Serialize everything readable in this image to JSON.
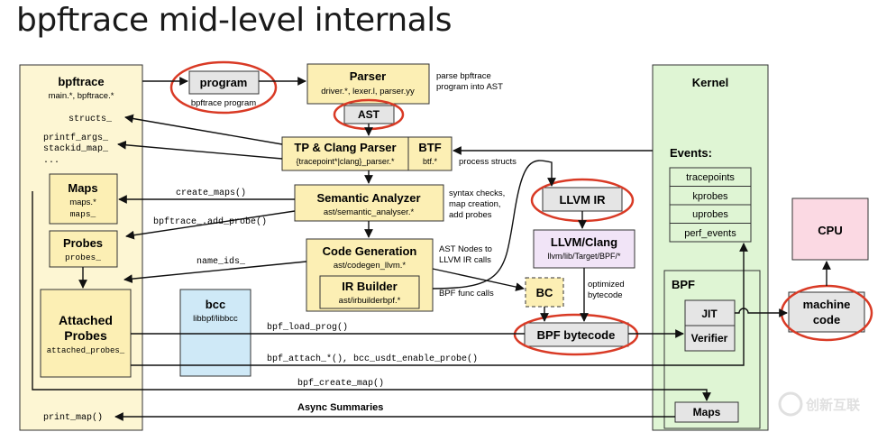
{
  "title": "bpftrace mid-level internals",
  "left_panel": {
    "name": "bpftrace",
    "files": "main.*, bpftrace.*",
    "items": [
      "structs_",
      "printf_args_",
      "stackid_map_",
      "..."
    ],
    "maps_title": "Maps",
    "maps_files": "maps.*",
    "maps_var": "maps_",
    "probes_title": "Probes",
    "probes_var": "probes_",
    "attached_title_1": "Attached",
    "attached_title_2": "Probes",
    "attached_var": "attached_probes_",
    "print_map": "print_map()"
  },
  "program": {
    "label": "program",
    "caption": "bpftrace program"
  },
  "parser": {
    "title": "Parser",
    "files": "driver.*, lexer.l, parser.yy",
    "note_1": "parse bpftrace",
    "note_2": "program into AST"
  },
  "ast": "AST",
  "tp_clang": {
    "title": "TP & Clang Parser",
    "files": "{tracepoint*|clang}_parser.*",
    "btf_title": "BTF",
    "btf_files": "btf.*",
    "note": "process structs"
  },
  "semantic": {
    "title": "Semantic Analyzer",
    "files": "ast/semantic_analyser.*",
    "note_1": "syntax checks,",
    "note_2": "map creation,",
    "note_3": "add probes"
  },
  "codegen": {
    "title": "Code Generation",
    "files": "ast/codegen_llvm.*",
    "note_1": "AST Nodes to",
    "note_2": "LLVM IR calls",
    "ir_title": "IR Builder",
    "ir_files": "ast/irbuilderbpf.*",
    "ir_note": "BPF func calls"
  },
  "llvm_ir": "LLVM IR",
  "llvm_clang": {
    "title": "LLVM/Clang",
    "files": "llvm/lib/Target/BPF/*",
    "note_1": "optimized",
    "note_2": "bytecode"
  },
  "bc": "BC",
  "bpf_bytecode": "BPF bytecode",
  "bcc": {
    "title": "bcc",
    "files": "libbpf/libbcc"
  },
  "calls": {
    "create_maps": "create_maps()",
    "add_probe": "bpftrace_.add_probe()",
    "name_ids": "name_ids_",
    "load_prog": "bpf_load_prog()",
    "attach": "bpf_attach_*(), bcc_usdt_enable_probe()",
    "create_map": "bpf_create_map()",
    "async": "Async Summaries"
  },
  "kernel": {
    "title": "Kernel",
    "events_title": "Events:",
    "events": [
      "tracepoints",
      "kprobes",
      "uprobes",
      "perf_events"
    ],
    "bpf_title": "BPF",
    "jit": "JIT",
    "verifier": "Verifier",
    "maps": "Maps"
  },
  "machine_code_1": "machine",
  "machine_code_2": "code",
  "cpu": "CPU",
  "watermark": "创新互联",
  "colors": {
    "yellow_panel": "#fdf6d3",
    "yellow_box": "#fcefb4",
    "gray_box": "#e5e5e5",
    "blue_box": "#cfe9f7",
    "green_panel": "#dff5d4",
    "pink_box": "#fbd9e3",
    "lavender_box": "#f1e4f7",
    "red_ring": "#d93a25"
  }
}
